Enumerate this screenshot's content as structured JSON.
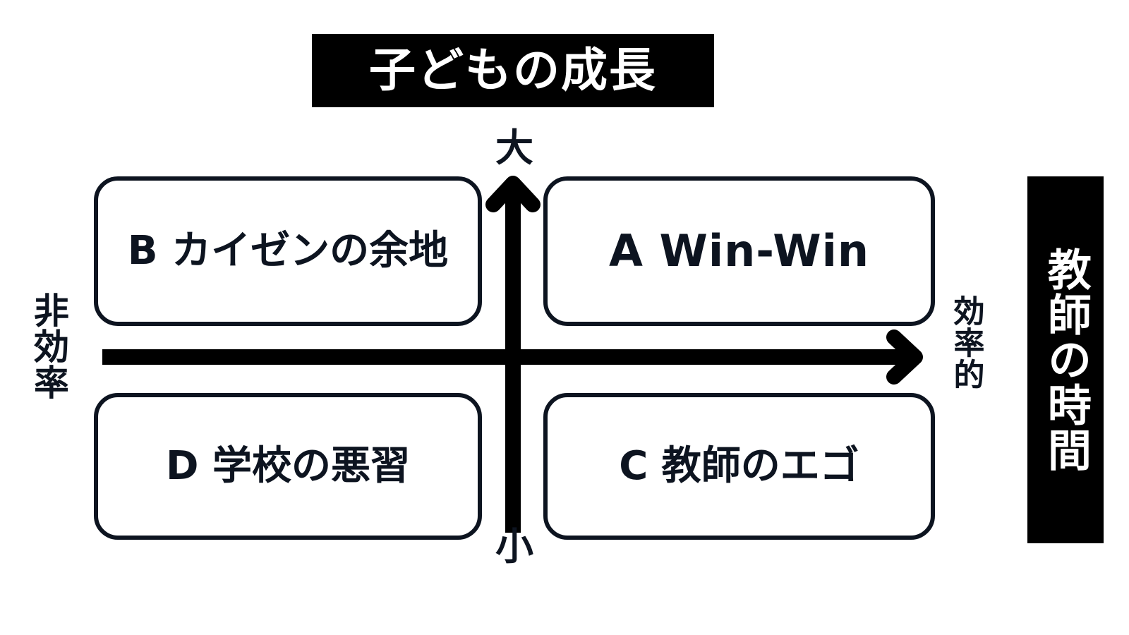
{
  "banners": {
    "top": {
      "text": "子どもの成長",
      "background_color": "#000000",
      "text_color": "#ffffff"
    },
    "right": {
      "text": "教師の時間",
      "background_color": "#000000",
      "text_color": "#ffffff",
      "orientation": "vertical"
    }
  },
  "axes": {
    "vertical": {
      "meaning": "子どもの成長",
      "top_label": "大",
      "bottom_label": "小",
      "arrow_direction": "up"
    },
    "horizontal": {
      "meaning": "教師の時間",
      "left_label": "非効率",
      "right_label": "効率的",
      "arrow_direction": "right"
    }
  },
  "quadrants": [
    {
      "key": "B",
      "position": "top-left",
      "label": "B カイゼンの余地",
      "child_growth": "大",
      "teacher_time": "非効率"
    },
    {
      "key": "A",
      "position": "top-right",
      "label": "A Win-Win",
      "child_growth": "大",
      "teacher_time": "効率的"
    },
    {
      "key": "D",
      "position": "bottom-left",
      "label": "D 学校の悪習",
      "child_growth": "小",
      "teacher_time": "非効率"
    },
    {
      "key": "C",
      "position": "bottom-right",
      "label": "C 教師のエゴ",
      "child_growth": "小",
      "teacher_time": "効率的"
    }
  ],
  "colors": {
    "background": "#ffffff",
    "ink": "#0d1420",
    "banner": "#000000",
    "banner_text": "#ffffff"
  }
}
